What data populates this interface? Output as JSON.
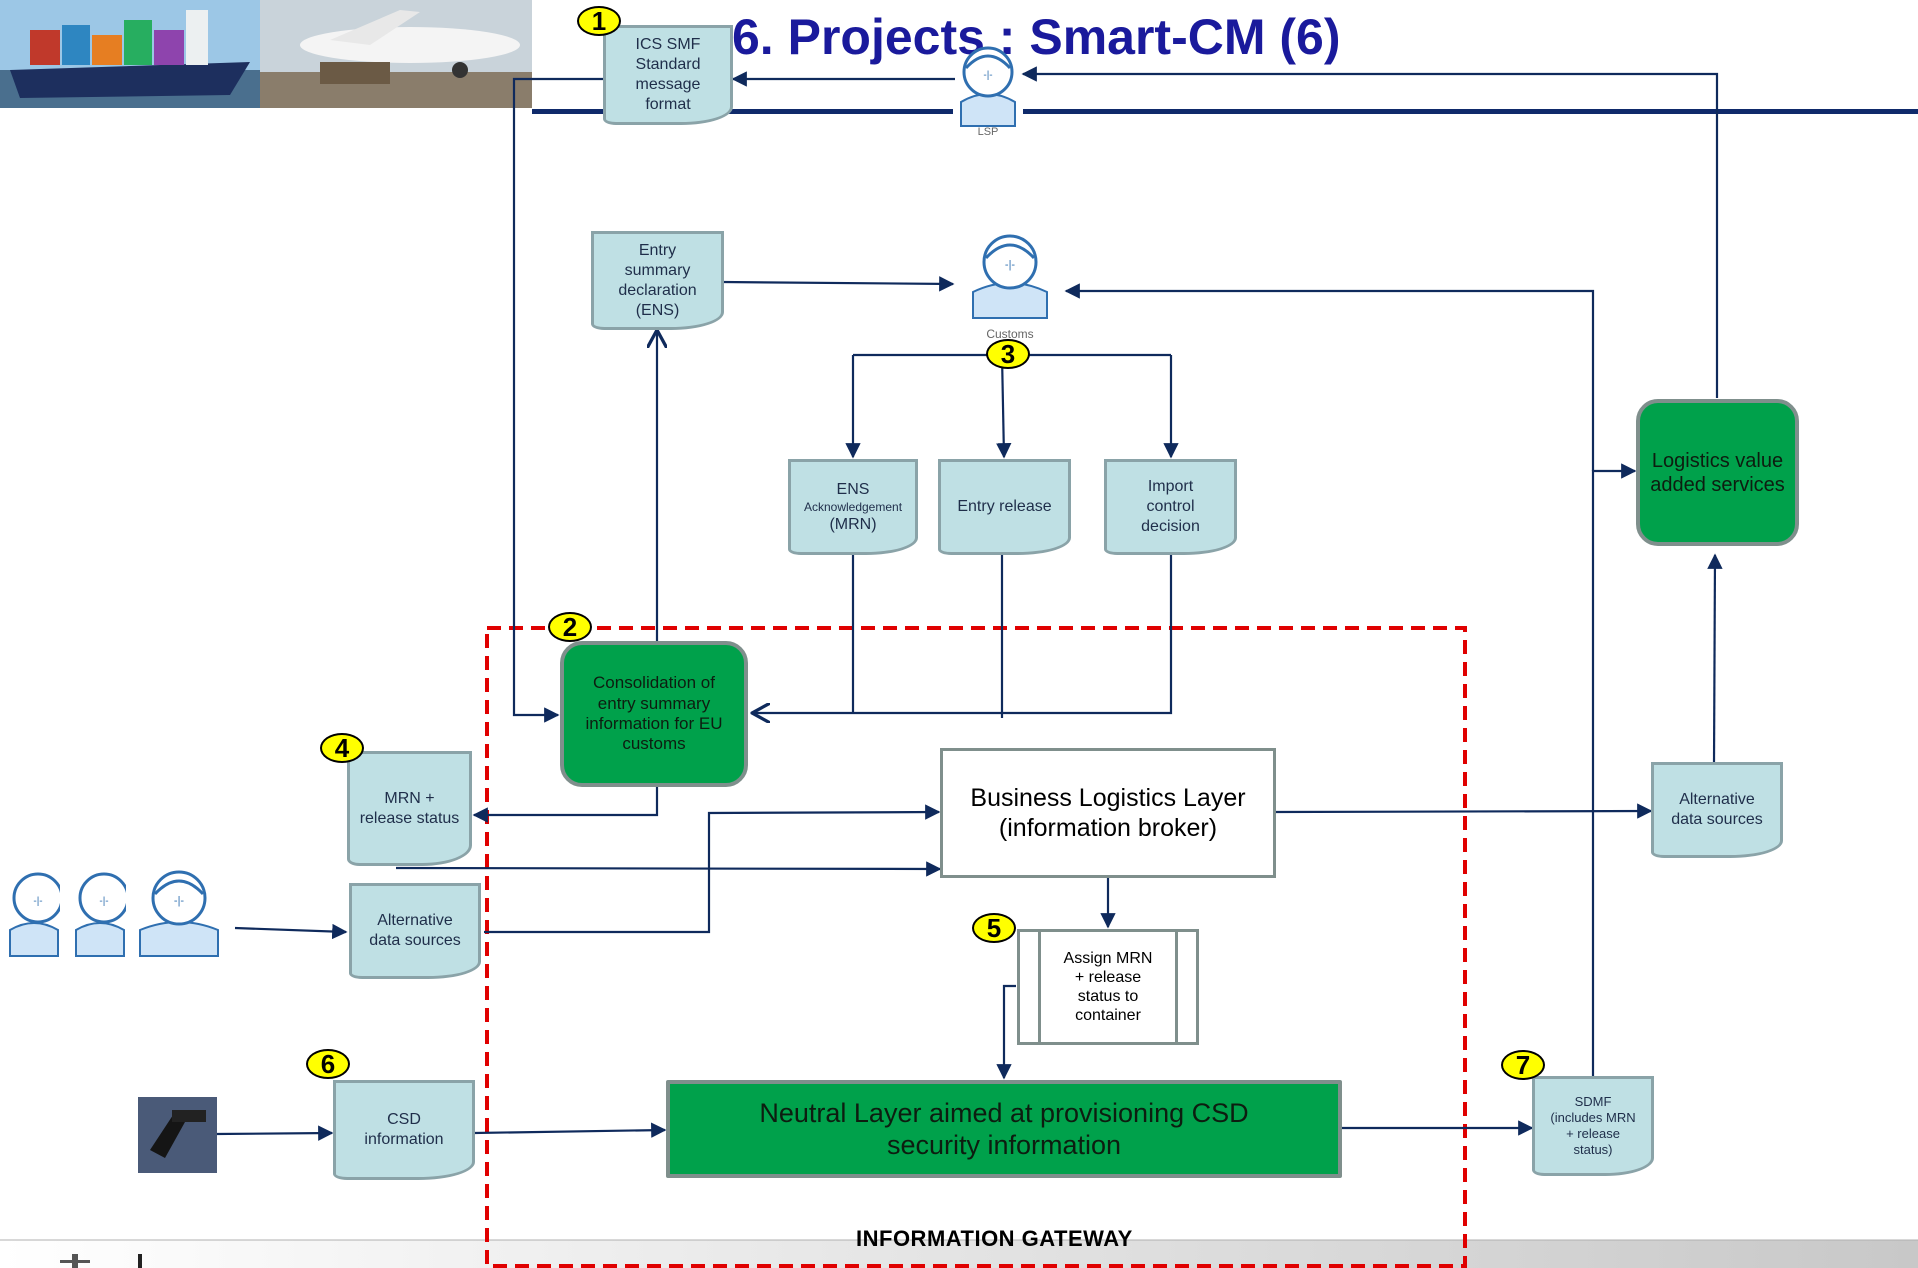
{
  "title": "6. Projects : Smart-CM (6)",
  "actors": {
    "lsp": "LSP",
    "customs": "Customs"
  },
  "documents": {
    "ics_smf": "ICS SMF Standard message format",
    "ens": "Entry summary declaration (ENS)",
    "ens_ack": {
      "line1": "ENS",
      "line2": "Acknowledgement",
      "line3": "(MRN)"
    },
    "entry_release": "Entry release",
    "import_control": "Import control decision",
    "mrn_release": "MRN + release status",
    "alt_left": "Alternative data sources",
    "alt_right": "Alternative data sources",
    "csd_info": "CSD information",
    "sdmf": "SDMF (includes MRN + release status)"
  },
  "boxes": {
    "consolidation": "Consolidation of entry summary information for EU customs",
    "business_layer": {
      "line1": "Business Logistics Layer",
      "line2": "(information broker)"
    },
    "assign_mrn": "Assign MRN + release status to container",
    "neutral_layer": "Neutral Layer aimed at provisioning CSD security information",
    "logistics_vas": "Logistics value added services"
  },
  "badges": [
    "1",
    "2",
    "3",
    "4",
    "5",
    "6",
    "7"
  ],
  "gateway_label": "INFORMATION GATEWAY",
  "colors": {
    "title": "#1a1a9c",
    "arrow": "#0f2a5c",
    "document_fill": "#bfe0e4",
    "green_box": "#00a14b",
    "badge": "#ffff00",
    "gateway_border": "#e00000",
    "header_rule": "#0f2a6b"
  },
  "icons": [
    "person-icon",
    "csd-device-icon",
    "ship-photo",
    "airplane-photo"
  ]
}
